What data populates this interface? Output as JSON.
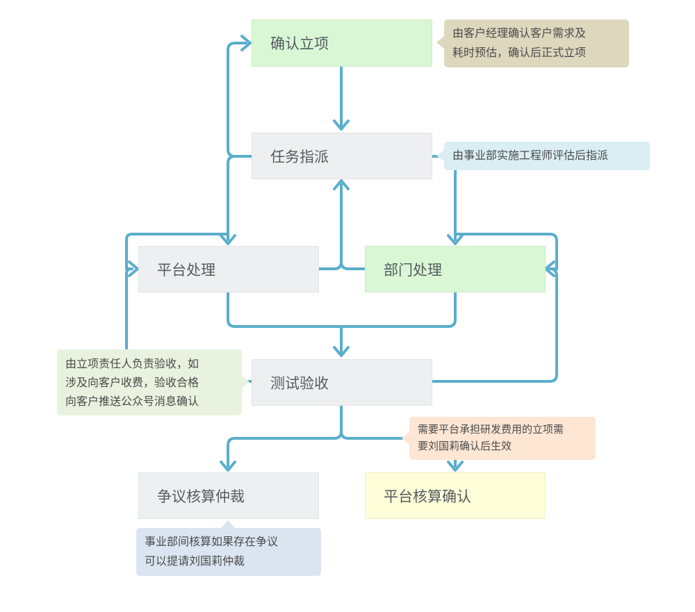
{
  "colors": {
    "connector": "#5aaecb",
    "node_grey": "#eeeff0",
    "node_green": "#d9f7d4",
    "node_yellow": "#fefed8"
  },
  "nodes": {
    "confirm_project": "确认立项",
    "task_assign": "任务指派",
    "platform_handle": "平台处理",
    "dept_handle": "部门处理",
    "test_accept": "测试验收",
    "dispute_arbitration": "争议核算仲裁",
    "platform_confirm": "平台核算确认"
  },
  "notes": {
    "confirm_note": [
      "由客户经理确认客户需求及",
      "耗时预估，确认后正式立项"
    ],
    "assign_note": [
      "由事业部实施工程师评估后指派"
    ],
    "accept_note": [
      "由立项责任人负责验收，如",
      "涉及向客户收费，验收合格",
      "向客户推送公众号消息确认"
    ],
    "fee_note": [
      "需要平台承担研发费用的立项需",
      "要刘国莉确认后生效"
    ],
    "dispute_note": [
      "事业部间核算如果存在争议",
      "可以提请刘国莉仲裁"
    ]
  }
}
